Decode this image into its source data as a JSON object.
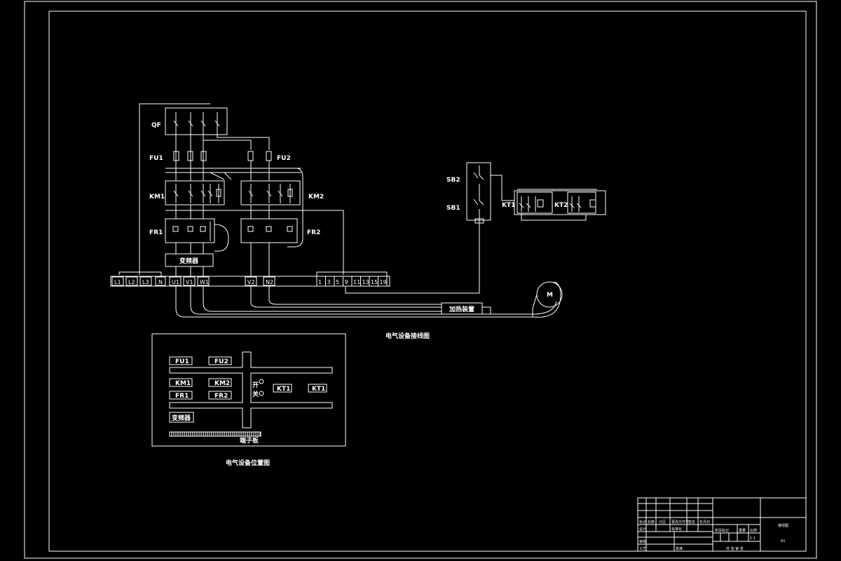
{
  "wiring": {
    "title": "电气设备接线图",
    "qf": "QF",
    "fu1": "FU1",
    "fu2": "FU2",
    "km1": "KM1",
    "km2": "KM2",
    "fr1": "FR1",
    "fr2": "FR2",
    "sb2": "SB2",
    "sb1": "SB1",
    "kt1": "KT1",
    "kt2": "KT2",
    "inverter": "变频器",
    "heater": "加热装置",
    "motor": "M",
    "terminals_left": [
      "L1",
      "L2",
      "L3",
      "N",
      "U1",
      "V1",
      "W1",
      "V2",
      "N2"
    ],
    "terminals_right": [
      "1",
      "3",
      "5",
      "9",
      "11",
      "13",
      "15",
      "19"
    ]
  },
  "layout": {
    "title": "电气设备位置图",
    "fu1": "FU1",
    "fu2": "FU2",
    "km1": "KM1",
    "km2": "KM2",
    "fr1": "FR1",
    "fr2": "FR2",
    "kt1a": "KT1",
    "kt1b": "KT1",
    "inverter": "变频器",
    "terminal_board": "端子板",
    "switch_top": "开",
    "switch_bottom": "关"
  },
  "title_block": {
    "drawing_name": "接线图",
    "scale": "1:1",
    "sheet": "A1"
  }
}
